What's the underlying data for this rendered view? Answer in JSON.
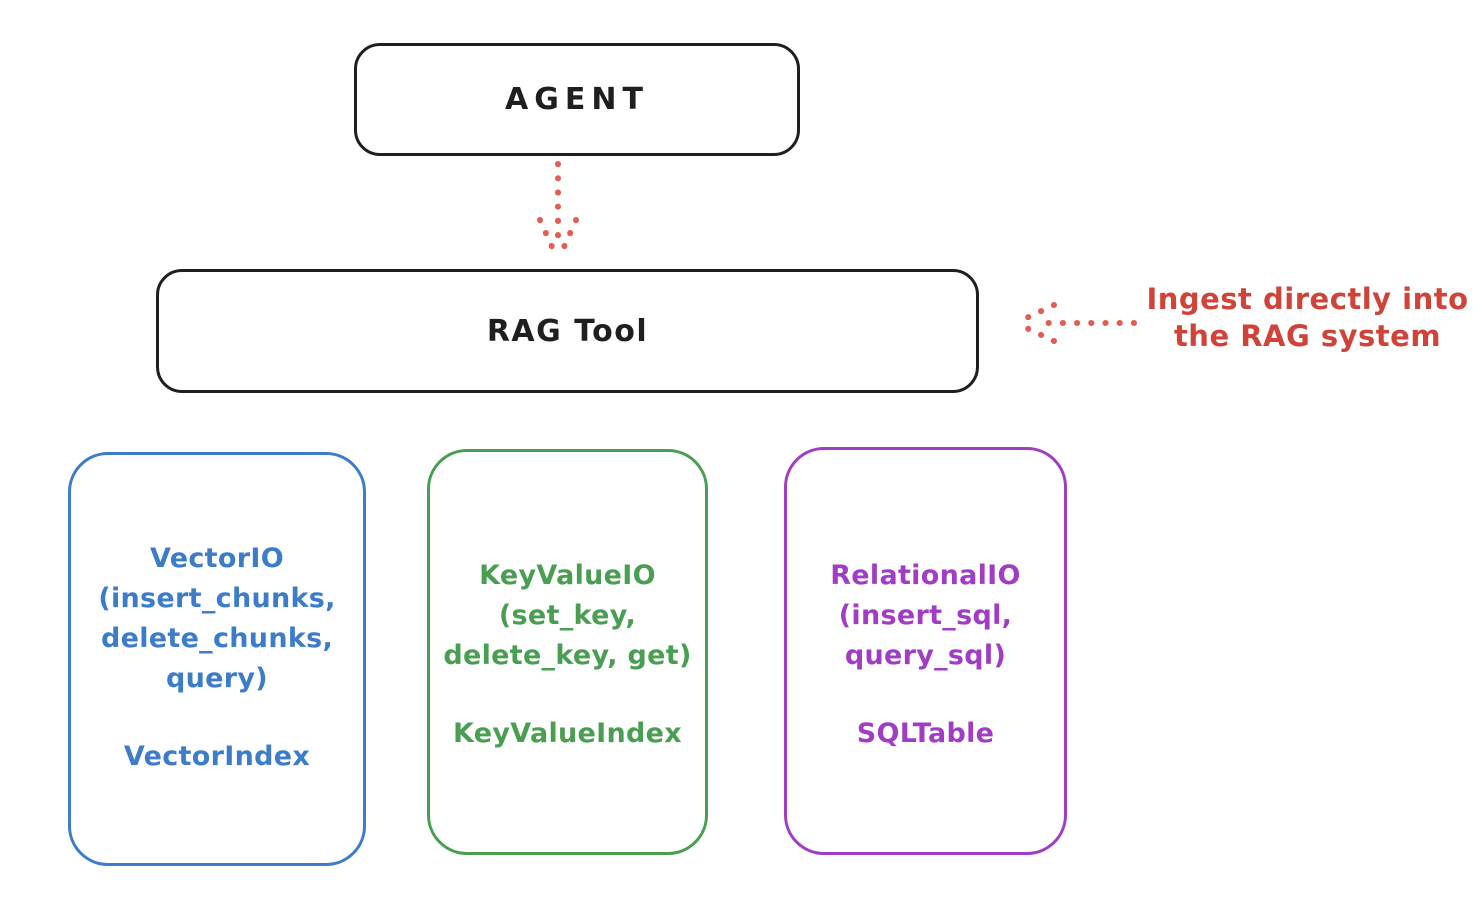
{
  "diagram": {
    "agent_box": {
      "label": "AGENT"
    },
    "rag_box": {
      "label": "RAG Tool"
    },
    "annotation": {
      "line1": "Ingest directly into",
      "line2": "the RAG system"
    },
    "io_boxes": [
      {
        "name": "vector-io",
        "color": "#3d7cc9",
        "lines": [
          "VectorIO",
          "(insert_chunks,",
          "delete_chunks,",
          "query)"
        ],
        "index_label": "VectorIndex"
      },
      {
        "name": "keyvalue-io",
        "color": "#4a9e52",
        "lines": [
          "KeyValueIO",
          "(set_key,",
          "delete_key, get)"
        ],
        "index_label": "KeyValueIndex"
      },
      {
        "name": "relational-io",
        "color": "#a03dc4",
        "lines": [
          "RelationalIO",
          "(insert_sql,",
          "query_sql)"
        ],
        "index_label": "SQLTable"
      }
    ],
    "colors": {
      "stroke_black": "#1f1f1f",
      "annotation_red": "#cf4338",
      "arrow_red": "#e25e54"
    }
  }
}
